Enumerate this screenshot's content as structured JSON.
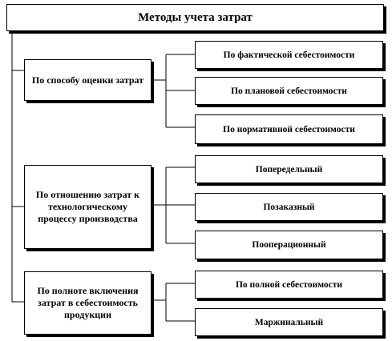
{
  "title": "Методы учета затрат",
  "categories": [
    {
      "label": "По способу оценки затрат",
      "items": [
        "По фактической себестоимости",
        "По плановой себестоимости",
        "По нормативной себестоимости"
      ]
    },
    {
      "label": "По отношению затрат к технологическому процессу производства",
      "items": [
        "Попередельный",
        "Позаказный",
        "Пооперационный"
      ]
    },
    {
      "label": "По полноте включения затрат в себестоимость продукции",
      "items": [
        "По полной себестоимости",
        "Маржинальный"
      ]
    }
  ]
}
